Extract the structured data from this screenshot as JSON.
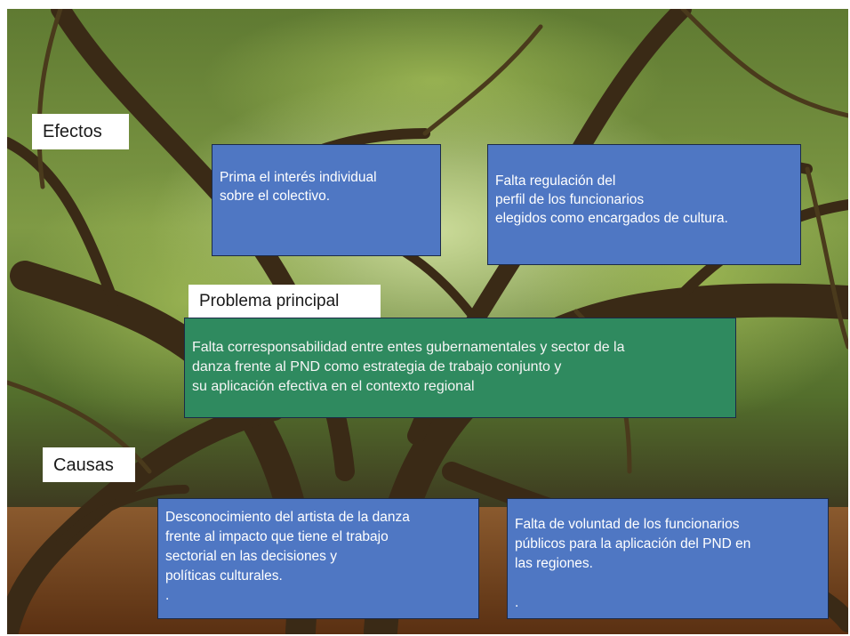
{
  "sections": {
    "efectos": "Efectos",
    "problema": "Problema principal",
    "causas": "Causas"
  },
  "efectos": [
    "Prima el interés individual\nsobre el colectivo.",
    "Falta regulación del\nperfil de los funcionarios\n elegidos como encargados de cultura."
  ],
  "problema_principal": "Falta corresponsabilidad entre entes gubernamentales y sector de la\ndanza frente al PND como estrategia de trabajo conjunto y\nsu aplicación efectiva en el contexto regional",
  "causas": [
    "Desconocimiento del artista de la danza\nfrente al impacto que tiene el trabajo\nsectorial en las decisiones y\npolíticas culturales.\n.",
    "Falta de voluntad de los funcionarios\npúblicos para la aplicación del PND en\nlas regiones.\n\n."
  ],
  "colors": {
    "effect_box": "#4f77c3",
    "problem_box": "#2f8a5f",
    "box_border": "#1b2a48",
    "label_bg": "#ffffff"
  }
}
